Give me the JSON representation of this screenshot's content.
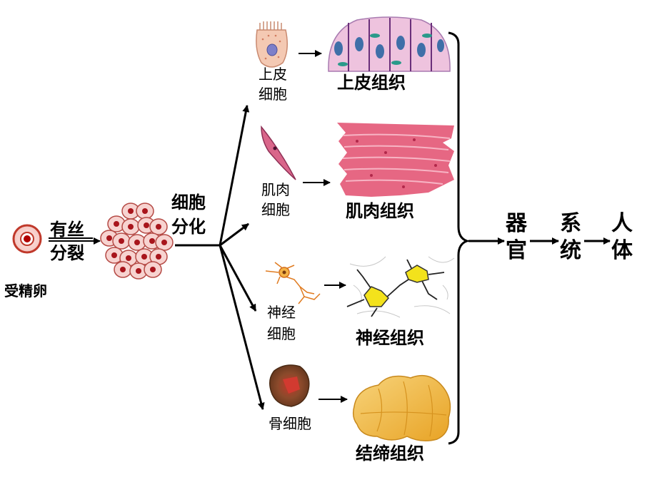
{
  "fertilized_egg": {
    "label": "受精卵"
  },
  "mitosis": {
    "line1": "有丝",
    "line2": "分裂"
  },
  "differentiation": {
    "line1": "细胞",
    "line2": "分化"
  },
  "cells": [
    {
      "line1": "上皮",
      "line2": "细胞"
    },
    {
      "line1": "肌肉",
      "line2": "细胞"
    },
    {
      "line1": "神经",
      "line2": "细胞"
    },
    {
      "line1": "骨细胞",
      "line2": ""
    }
  ],
  "tissues": [
    "上皮组织",
    "肌肉组织",
    "神经组织",
    "结缔组织"
  ],
  "organ": {
    "line1": "器",
    "line2": "官"
  },
  "system": {
    "line1": "系",
    "line2": "统"
  },
  "body": {
    "line1": "人",
    "line2": "体"
  },
  "colors": {
    "arrow": "#000000",
    "egg_ring": "#c0392b",
    "egg_core": "#b00000",
    "epithelial": "#e9b9d6",
    "muscle": "#e0607a",
    "nerve": "#f2e225",
    "connective": "#f0b83a"
  }
}
